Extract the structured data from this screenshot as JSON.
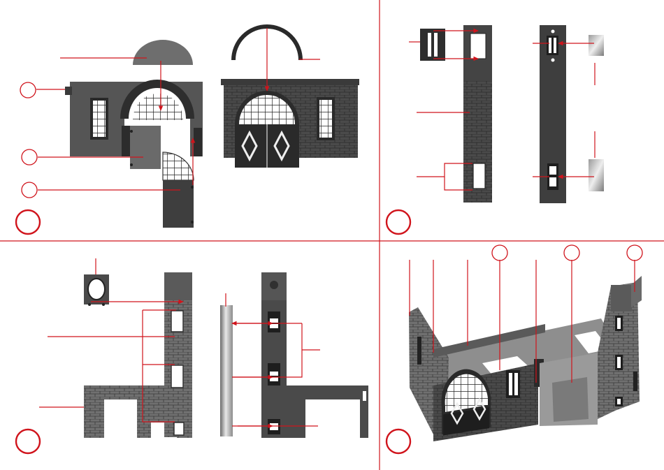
{
  "sheet": {
    "background_color": "#ffffff",
    "divider_color": "#d0141c",
    "leader_color": "#d0141c",
    "part_dark": "#3d3d3d",
    "part_mid": "#5a5a5a",
    "part_light": "#9a9a9a",
    "brick_line": "#2b2b2b"
  },
  "steps": [
    {
      "id": "step-1",
      "callout_markers": 3,
      "leader_lines": 4
    },
    {
      "id": "step-2",
      "callout_markers": 0,
      "leader_lines": 7
    },
    {
      "id": "step-3",
      "callout_markers": 0,
      "leader_lines": 6
    },
    {
      "id": "step-4",
      "callout_markers": 3,
      "leader_lines": 7
    }
  ]
}
